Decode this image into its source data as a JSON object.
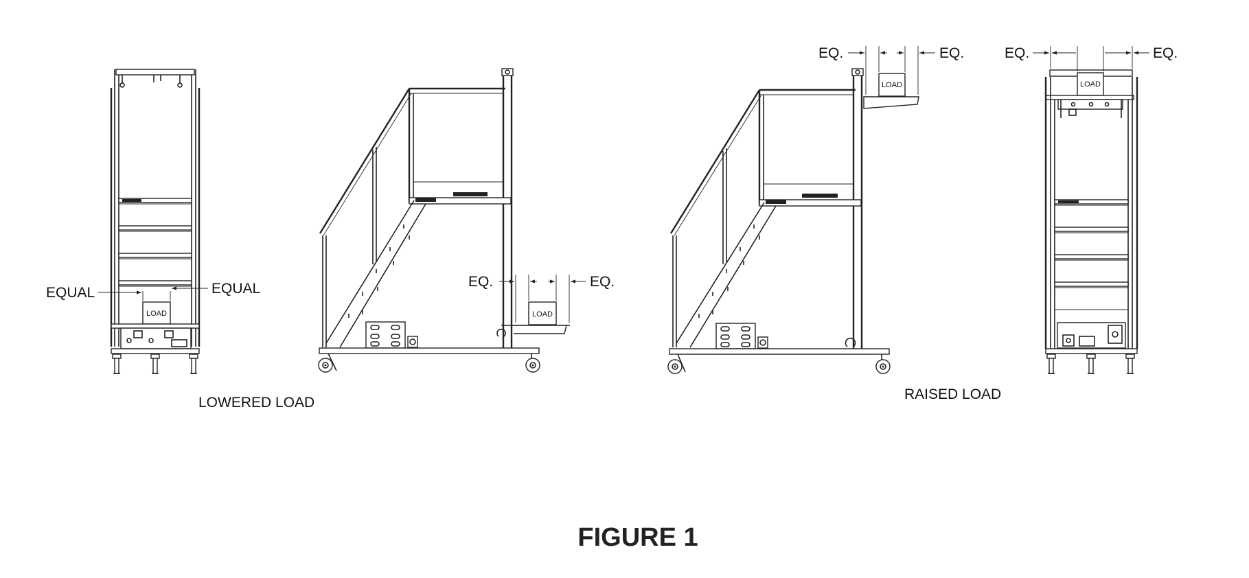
{
  "figure": {
    "title": "FIGURE 1",
    "lowered_label": "LOWERED LOAD",
    "raised_label": "RAISED LOAD"
  },
  "dimensions": {
    "equal": "EQUAL",
    "eq": "EQ.",
    "load": "LOAD"
  }
}
